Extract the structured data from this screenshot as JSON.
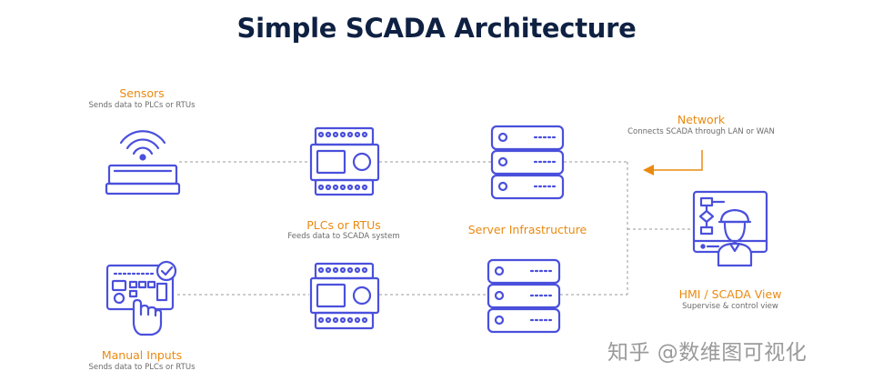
{
  "title": "Simple SCADA Architecture",
  "nodes": {
    "sensors": {
      "label": "Sensors",
      "sublabel": "Sends data to PLCs or RTUs"
    },
    "manual_inputs": {
      "label": "Manual Inputs",
      "sublabel": "Sends data to PLCs or RTUs"
    },
    "plcs": {
      "label": "PLCs or RTUs",
      "sublabel": "Feeds data to SCADA system"
    },
    "servers": {
      "label": "Server Infrastructure"
    },
    "network": {
      "label": "Network",
      "sublabel": "Connects SCADA through LAN or WAN"
    },
    "hmi": {
      "label": "HMI / SCADA View",
      "sublabel": "Supervise & control view"
    }
  },
  "watermark": "知乎 @数维图可视化",
  "colors": {
    "title": "#0f2142",
    "icon_stroke": "#4a50dc",
    "label_orange": "#ea8a10",
    "sublabel_gray": "#6b6b6b",
    "connector": "#9a9a9a"
  },
  "icons": [
    "sensor-device-icon",
    "keypad-touch-icon",
    "plc-module-icon",
    "server-rack-icon",
    "hmi-operator-icon"
  ]
}
